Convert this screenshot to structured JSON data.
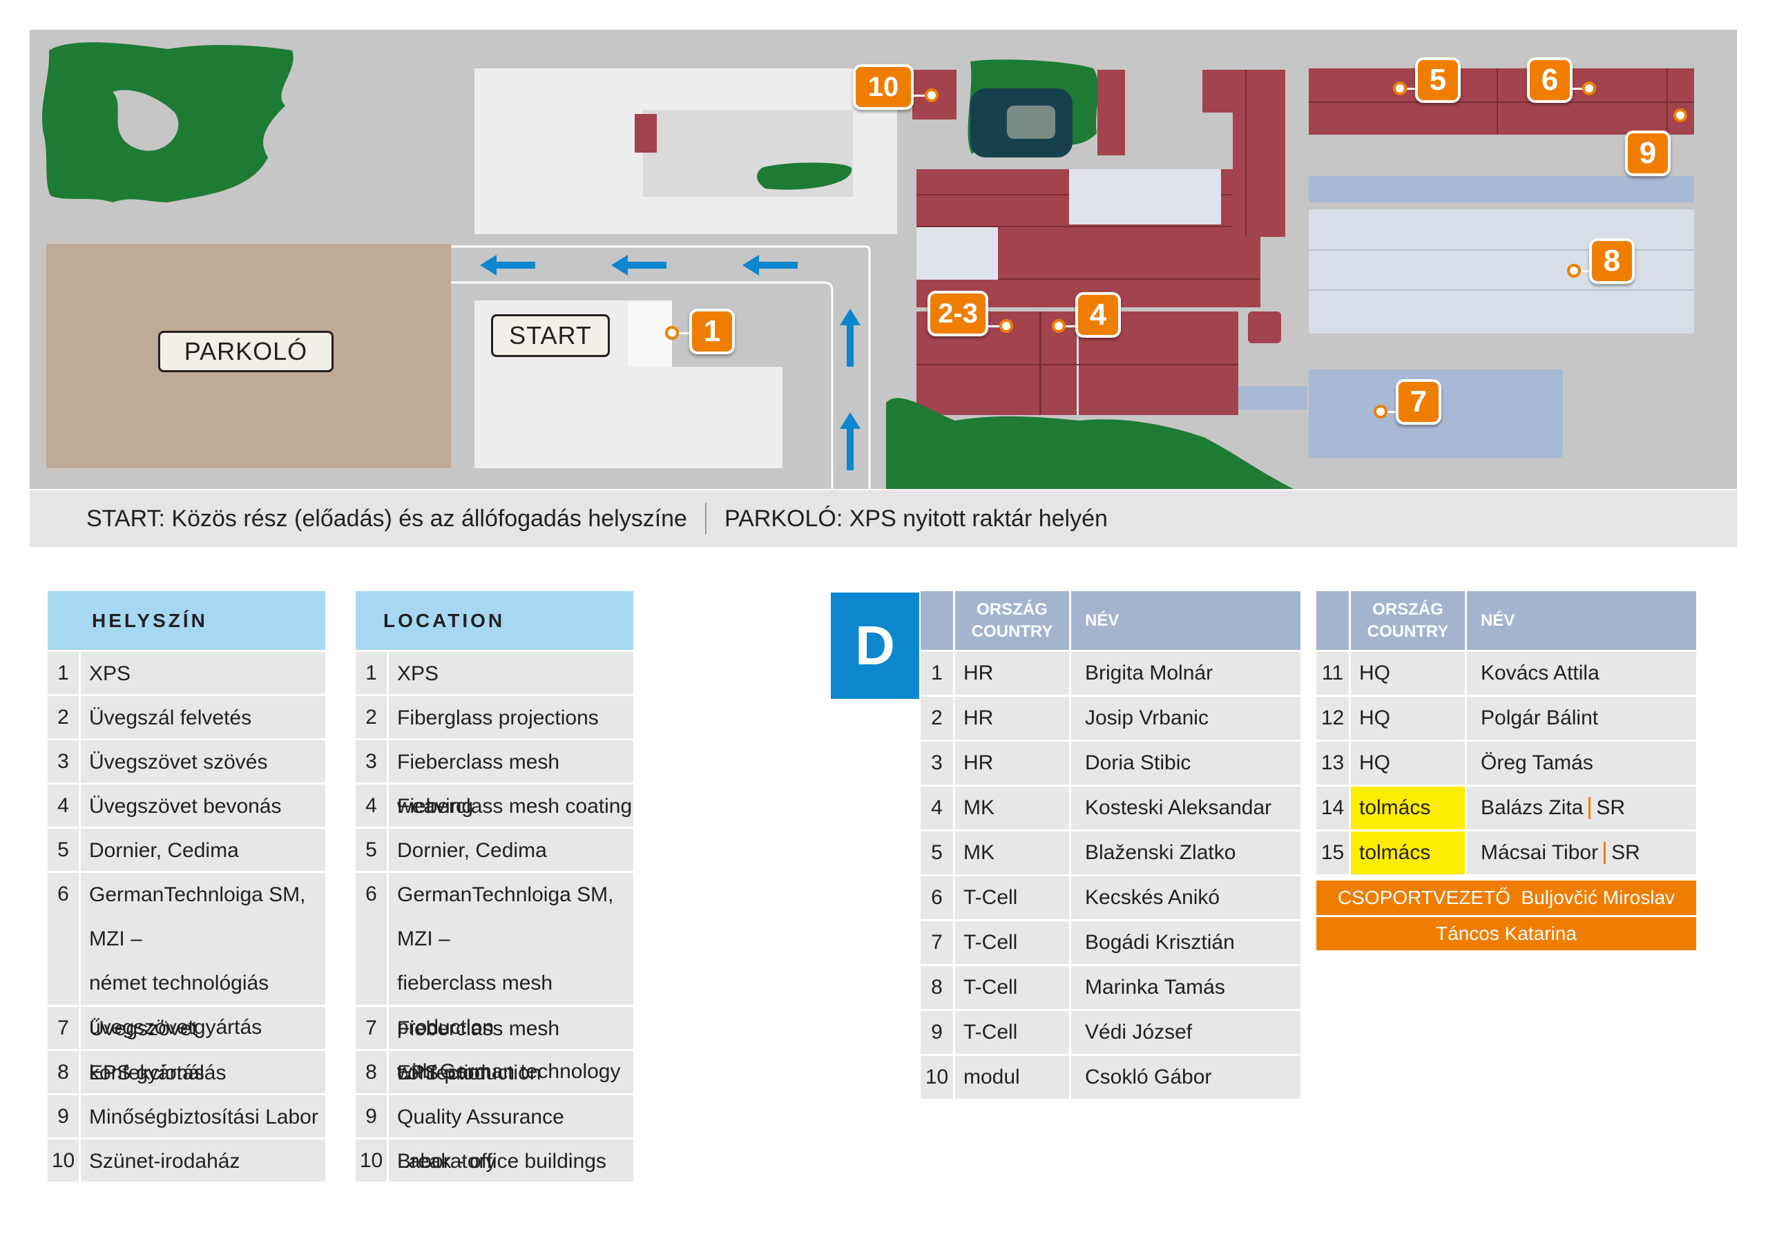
{
  "map": {
    "parking_label": "PARKOLÓ",
    "start_label": "START",
    "markers": [
      {
        "id": "m1",
        "label": "1"
      },
      {
        "id": "m23",
        "label": "2-3"
      },
      {
        "id": "m4",
        "label": "4"
      },
      {
        "id": "m5",
        "label": "5"
      },
      {
        "id": "m6",
        "label": "6"
      },
      {
        "id": "m7",
        "label": "7"
      },
      {
        "id": "m8",
        "label": "8"
      },
      {
        "id": "m9",
        "label": "9"
      },
      {
        "id": "m10",
        "label": "10"
      }
    ],
    "colors": {
      "ground": "#c6c6c6",
      "parking": "#bfaa98",
      "building_light": "#ededed",
      "building_red": "#a3434d",
      "building_blue": "#a8b9d6",
      "building_pale": "#d7dee8",
      "vegetation": "#1e7b34",
      "arrows": "#0b86cf",
      "marker": "#ef7d00"
    }
  },
  "caption": {
    "start_text": "START: Közös rész (előadás) és az állófogadás helyszíne",
    "parking_text": "PARKOLÓ: XPS nyitott raktár helyén"
  },
  "helyszin": {
    "title": "HELYSZÍN",
    "rows": [
      {
        "n": "1",
        "t": "XPS"
      },
      {
        "n": "2",
        "t": "Üvegszál felvetés"
      },
      {
        "n": "3",
        "t": "Üvegszövet szövés"
      },
      {
        "n": "4",
        "t": "Üvegszövet bevonás"
      },
      {
        "n": "5",
        "t": "Dornier, Cedima"
      },
      {
        "n": "6",
        "t1": "GermanTechnloiga SM, MZI –",
        "t2": "német technológiás",
        "t3": "üvegszövetgyártás"
      },
      {
        "n": "7",
        "t": "Üvegszövet konfekcionálás"
      },
      {
        "n": "8",
        "t": "EPS gyártás"
      },
      {
        "n": "9",
        "t": "Minőségbiztosítási Labor"
      },
      {
        "n": "10",
        "t": "Szünet-irodaház"
      }
    ]
  },
  "location": {
    "title": "LOCATION",
    "rows": [
      {
        "n": "1",
        "t": "XPS"
      },
      {
        "n": "2",
        "t": "Fiberglass projections"
      },
      {
        "n": "3",
        "t": "Fieberclass mesh weaving"
      },
      {
        "n": "4",
        "t": "Fieberclass mesh coating"
      },
      {
        "n": "5",
        "t": "Dornier, Cedima"
      },
      {
        "n": "6",
        "t1": "GermanTechnloiga SM, MZI –",
        "t2": "fieberclass mesh production",
        "t3": "with  German technology"
      },
      {
        "n": "7",
        "t": "Fieberclass mesh confection"
      },
      {
        "n": "8",
        "t": "EPS production"
      },
      {
        "n": "9",
        "t": "Quality Assurance Laboratory"
      },
      {
        "n": "10",
        "t": "Break - office buildings"
      }
    ]
  },
  "group": {
    "badge": "D",
    "header_country_1": "ORSZÁG",
    "header_country_2": "COUNTRY",
    "header_name": "NÉV",
    "left": [
      {
        "n": "1",
        "c": "HR",
        "name": "Brigita Molnár"
      },
      {
        "n": "2",
        "c": "HR",
        "name": "Josip Vrbanic"
      },
      {
        "n": "3",
        "c": "HR",
        "name": "Doria Stibic"
      },
      {
        "n": "4",
        "c": "MK",
        "name": "Kosteski Aleksandar"
      },
      {
        "n": "5",
        "c": "MK",
        "name": "Blaženski Zlatko"
      },
      {
        "n": "6",
        "c": "T-Cell",
        "name": "Kecskés Anikó"
      },
      {
        "n": "7",
        "c": "T-Cell",
        "name": "Bogádi Krisztián"
      },
      {
        "n": "8",
        "c": "T-Cell",
        "name": "Marinka Tamás"
      },
      {
        "n": "9",
        "c": "T-Cell",
        "name": "Védi József"
      },
      {
        "n": "10",
        "c": "modul",
        "name": "Csokló Gábor"
      }
    ],
    "right": [
      {
        "n": "11",
        "c": "HQ",
        "name": "Kovács Attila"
      },
      {
        "n": "12",
        "c": "HQ",
        "name": "Polgár Bálint"
      },
      {
        "n": "13",
        "c": "HQ",
        "name": "Öreg Tamás"
      },
      {
        "n": "14",
        "c": "tolmács",
        "name": "Balázs Zita",
        "suffix": "SR"
      },
      {
        "n": "15",
        "c": "tolmács",
        "name": "Mácsai Tibor",
        "suffix": "SR"
      }
    ],
    "leader_label": "CSOPORTVEZETŐ",
    "leader_1": "Buljovčić Miroslav",
    "leader_2": "Táncos Katarina"
  }
}
